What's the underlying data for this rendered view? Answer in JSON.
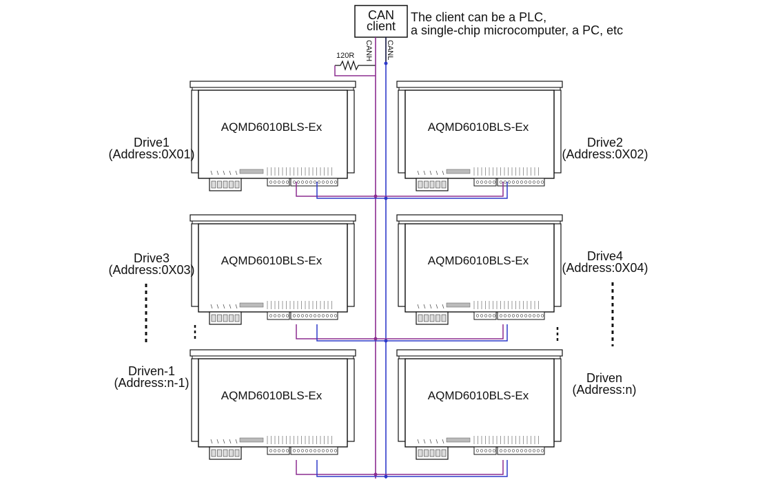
{
  "client": {
    "box_line1": "CAN",
    "box_line2": "client",
    "note_line1": "The client can be a PLC,",
    "note_line2": "a single-chip microcomputer, a PC, etc"
  },
  "bus": {
    "canh_label": "CANH",
    "canl_label": "CANL",
    "resistor_label": "120R",
    "canh_color": "#8b2c8f",
    "canl_color": "#2d38c9"
  },
  "drives": [
    {
      "model": "AQMD6010BLS-Ex",
      "name": "Drive1",
      "address": "(Address:0X01)"
    },
    {
      "model": "AQMD6010BLS-Ex",
      "name": "Drive2",
      "address": "(Address:0X02)"
    },
    {
      "model": "AQMD6010BLS-Ex",
      "name": "Drive3",
      "address": "(Address:0X03)"
    },
    {
      "model": "AQMD6010BLS-Ex",
      "name": "Drive4",
      "address": "(Address:0X04)"
    },
    {
      "model": "AQMD6010BLS-Ex",
      "name": "Driven-1",
      "address": "(Address:n-1)"
    },
    {
      "model": "AQMD6010BLS-Ex",
      "name": "Driven",
      "address": "(Address:n)"
    }
  ]
}
